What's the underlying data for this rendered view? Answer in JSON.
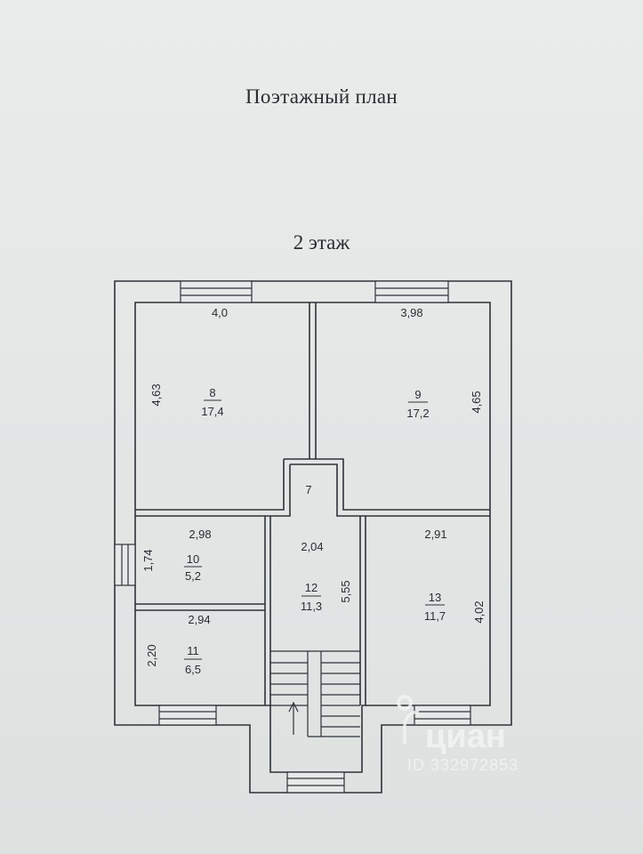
{
  "title": "Поэтажный план",
  "floor_label": "2 этаж",
  "rooms": [
    {
      "number": "8",
      "area": "17,4",
      "width": "4,0",
      "length": "4,63"
    },
    {
      "number": "9",
      "area": "17,2",
      "width": "3,98",
      "length": "4,65"
    },
    {
      "number": "7"
    },
    {
      "number": "10",
      "area": "5,2",
      "width": "2,98",
      "length": "1,74"
    },
    {
      "number": "12",
      "area": "11,3",
      "width": "2,04",
      "length": "5,55"
    },
    {
      "number": "13",
      "area": "11,7",
      "width": "2,91",
      "length": "4,02"
    },
    {
      "number": "11",
      "area": "6,5",
      "width": "2,94",
      "length": "2,20"
    }
  ],
  "watermark": {
    "brand": "циан",
    "id": "ID 332972853"
  },
  "colors": {
    "wall": "#2f3238",
    "paper": "#e6e9e8",
    "watermark": "#f3f4f4"
  }
}
